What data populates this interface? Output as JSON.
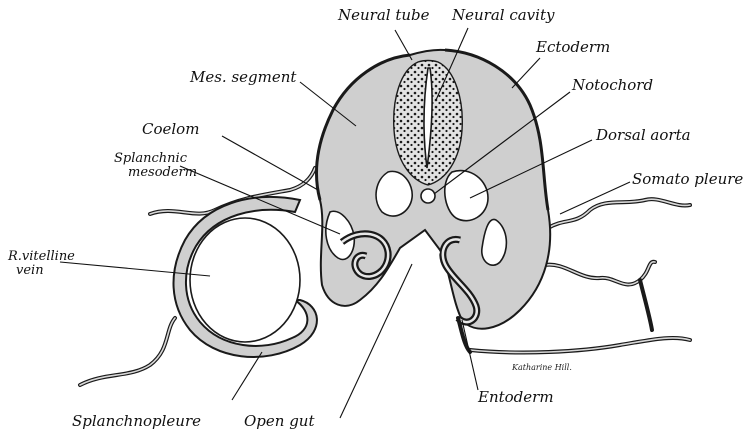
{
  "figure": {
    "labels": {
      "neural_tube": "Neural tube",
      "neural_cavity": "Neural cavity",
      "ectoderm": "Ectoderm",
      "notochord": "Notochord",
      "mes_segment": "Mes. segment",
      "dorsal_aorta": "Dorsal aorta",
      "coelom": "Coelom",
      "splanchnic_mesoderm_line1": "Splanchnic",
      "splanchnic_mesoderm_line2": "mesoderm",
      "somatopleure": "Somato pleure",
      "r_vitelline_vein_line1": "R.vitelline",
      "r_vitelline_vein_line2": "vein",
      "entoderm": "Entoderm",
      "splanchnopleure": "Splanchnopleure",
      "open_gut": "Open gut"
    },
    "signature": "Katharine Hill."
  }
}
